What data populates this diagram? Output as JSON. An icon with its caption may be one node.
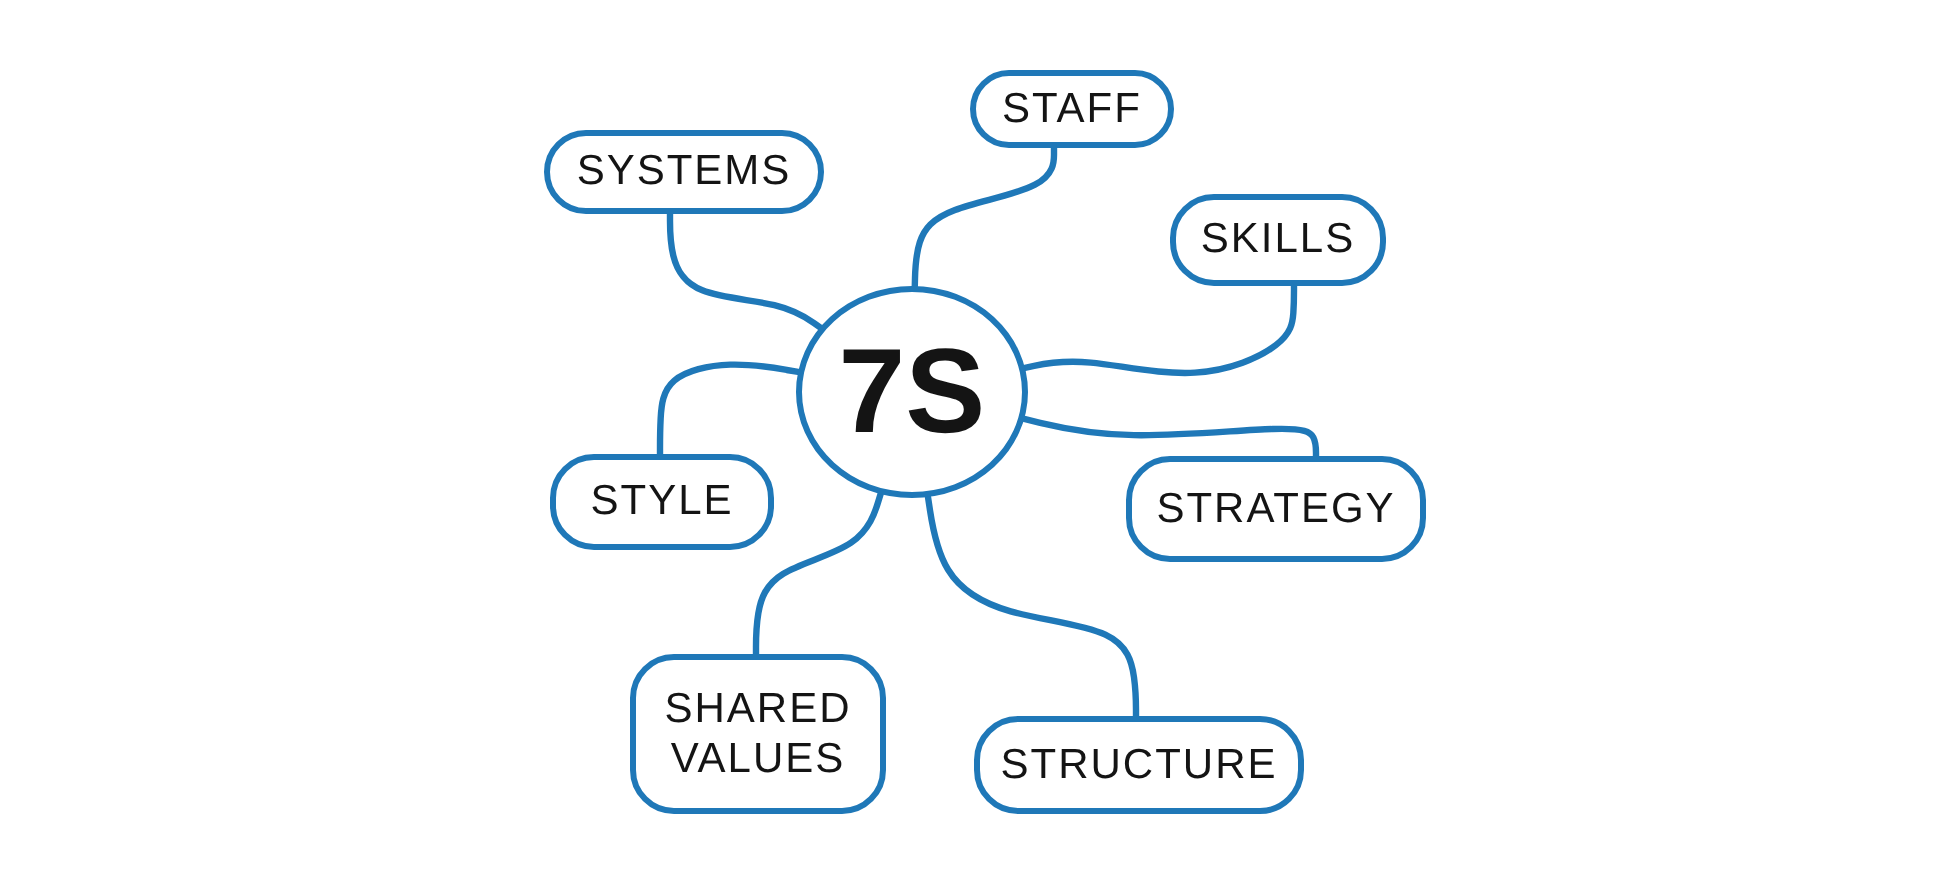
{
  "diagram": {
    "nodes": [
      {
        "text": [
          "7S"
        ]
      },
      {
        "text": [
          "SYSTEMS"
        ]
      },
      {
        "text": [
          "STAFF"
        ]
      },
      {
        "text": [
          "SKILLS"
        ]
      },
      {
        "text": [
          "STYLE"
        ]
      },
      {
        "text": [
          "STRATEGY"
        ]
      },
      {
        "text": [
          "SHARED VALUES"
        ]
      },
      {
        "text": [
          "STRUCTURE"
        ]
      }
    ],
    "edges": [
      {
        "from": 0,
        "to": 1,
        "arrow": "none"
      },
      {
        "from": 0,
        "to": 2,
        "arrow": "none"
      },
      {
        "from": 0,
        "to": 3,
        "arrow": "none"
      },
      {
        "from": 0,
        "to": 4,
        "arrow": "none"
      },
      {
        "from": 0,
        "to": 5,
        "arrow": "none"
      },
      {
        "from": 0,
        "to": 6,
        "arrow": "none"
      },
      {
        "from": 0,
        "to": 7,
        "arrow": "none"
      }
    ]
  }
}
